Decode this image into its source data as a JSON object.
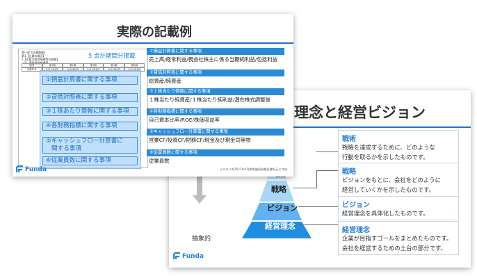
{
  "back_slide": {
    "title": "理念と経営ビジョン",
    "pyramid": [
      "戦術",
      "戦略",
      "ビジョン",
      "経営理念"
    ],
    "axis_label": "抽象的",
    "boxes": [
      {
        "heading": "戦術",
        "lines": [
          "戦略を達成するために、どのような",
          "行動を取るかを示したものです。"
        ]
      },
      {
        "heading": "戦略",
        "lines": [
          "ビジョンをもとに、会社をどのように",
          "経営していくかを示したものです。"
        ]
      },
      {
        "heading": "ビジョン",
        "lines": [
          "経営理念を具体化したものです。"
        ]
      },
      {
        "heading": "経営理念",
        "lines": [
          "企業が目指すゴールをまとめたものです。",
          "会社を経営するための土台の部分です。"
        ]
      }
    ],
    "logo": "Funda"
  },
  "front_slide": {
    "title": "実際の記載例",
    "doc_header": [
      "第一部【企業情報】",
      "第1【企業の概況】",
      "1【主要な経営指標等の推移】",
      "（1）連結経営指標等"
    ],
    "doc_table": [
      [
        "回次",
        "第1期",
        "第2期",
        "第3期",
        "第4期",
        "第5期"
      ],
      [
        "決算年月",
        "2017年6月",
        "2018年6月",
        "2019年6月",
        "2020年6月",
        "2021年6月"
      ]
    ],
    "doc_tag": "5 会計期間分掲載",
    "doc_items": [
      "①損益計算書に関する事項",
      "②貸借対照表に関する事項",
      "③１株あたり情報に関する事項",
      "④各財務指標に関する事項",
      "⑤キャッシュフロー計算書に",
      "関する事項",
      "⑥従業員数に関する事項"
    ],
    "right_blocks": [
      {
        "heading": "①損益計算書に関する事項",
        "text": "売上高/経常利益/親会社株主に係る当期純利益/包括利益"
      },
      {
        "heading": "②貸借対照表に関する事項",
        "text": "総資産/純資産"
      },
      {
        "heading": "③１株当たり情報に関する事項",
        "text": "１株当たり純資産/１株当たり純利益/潜在株式調整後"
      },
      {
        "heading": "④各財務指標に関する事項",
        "text": "自己資本比率/ROE/株価収益率"
      },
      {
        "heading": "⑤キャッシュフロー計算書に関する事項",
        "text": "営業CF/投資CF/財務CF/現金及び現金同等物"
      },
      {
        "heading": "⑥従業員数に関する事項",
        "text": "従業員数"
      }
    ],
    "source": "メルカリの2021年6月期有価証券報告書を元に作成",
    "logo": "Funda"
  },
  "colors": {
    "accent": "#2a8ad6",
    "pyramid_light": "#8ec9f2",
    "pyramid_dark": "#1f8ee0"
  }
}
